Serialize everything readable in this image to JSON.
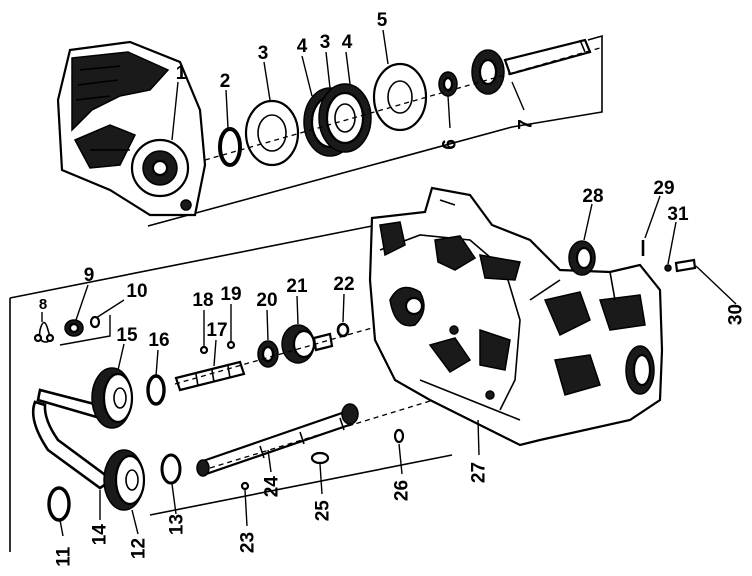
{
  "diagram": {
    "callouts": [
      {
        "id": "c1",
        "label": "1"
      },
      {
        "id": "c2",
        "label": "2"
      },
      {
        "id": "c3a",
        "label": "3"
      },
      {
        "id": "c4a",
        "label": "4"
      },
      {
        "id": "c3b",
        "label": "3"
      },
      {
        "id": "c4b",
        "label": "4"
      },
      {
        "id": "c5",
        "label": "5"
      },
      {
        "id": "c6",
        "label": "6"
      },
      {
        "id": "c7",
        "label": "7"
      },
      {
        "id": "c8",
        "label": "8"
      },
      {
        "id": "c9",
        "label": "9"
      },
      {
        "id": "c10",
        "label": "10"
      },
      {
        "id": "c11",
        "label": "11"
      },
      {
        "id": "c12",
        "label": "12"
      },
      {
        "id": "c13",
        "label": "13"
      },
      {
        "id": "c14",
        "label": "14"
      },
      {
        "id": "c15",
        "label": "15"
      },
      {
        "id": "c16",
        "label": "16"
      },
      {
        "id": "c17",
        "label": "17"
      },
      {
        "id": "c18",
        "label": "18"
      },
      {
        "id": "c19",
        "label": "19"
      },
      {
        "id": "c20",
        "label": "20"
      },
      {
        "id": "c21",
        "label": "21"
      },
      {
        "id": "c22",
        "label": "22"
      },
      {
        "id": "c23",
        "label": "23"
      },
      {
        "id": "c24",
        "label": "24"
      },
      {
        "id": "c25",
        "label": "25"
      },
      {
        "id": "c26",
        "label": "26"
      },
      {
        "id": "c27",
        "label": "27"
      },
      {
        "id": "c28",
        "label": "28"
      },
      {
        "id": "c29",
        "label": "29"
      },
      {
        "id": "c30",
        "label": "30"
      },
      {
        "id": "c31",
        "label": "31"
      }
    ]
  }
}
